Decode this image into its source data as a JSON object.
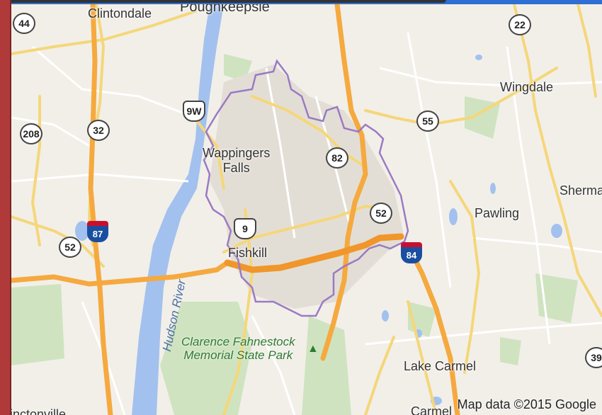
{
  "map": {
    "places": {
      "clintondale": "Clintondale",
      "poughkeepsie": "Poughkeepsie",
      "wingdale": "Wingdale",
      "wappingers_falls": "Wappingers\nFalls",
      "fishkill": "Fishkill",
      "pawling": "Pawling",
      "sherman": "Sherma",
      "lake_carmel": "Lake Carmel",
      "carmel": "Carmel",
      "pleasantville": "inctonville"
    },
    "park": "Clarence Fahnestock\nMemorial State Park",
    "river": "Hudson River",
    "routes": {
      "r44": "44",
      "r22": "22",
      "r208": "208",
      "r32": "32",
      "r9w": "9W",
      "r82": "82",
      "r55": "55",
      "r52w": "52",
      "r52e": "52",
      "r9": "9",
      "r39": "39",
      "i87": "87",
      "i84": "84"
    },
    "attribution": "Map data ©2015 Google"
  }
}
